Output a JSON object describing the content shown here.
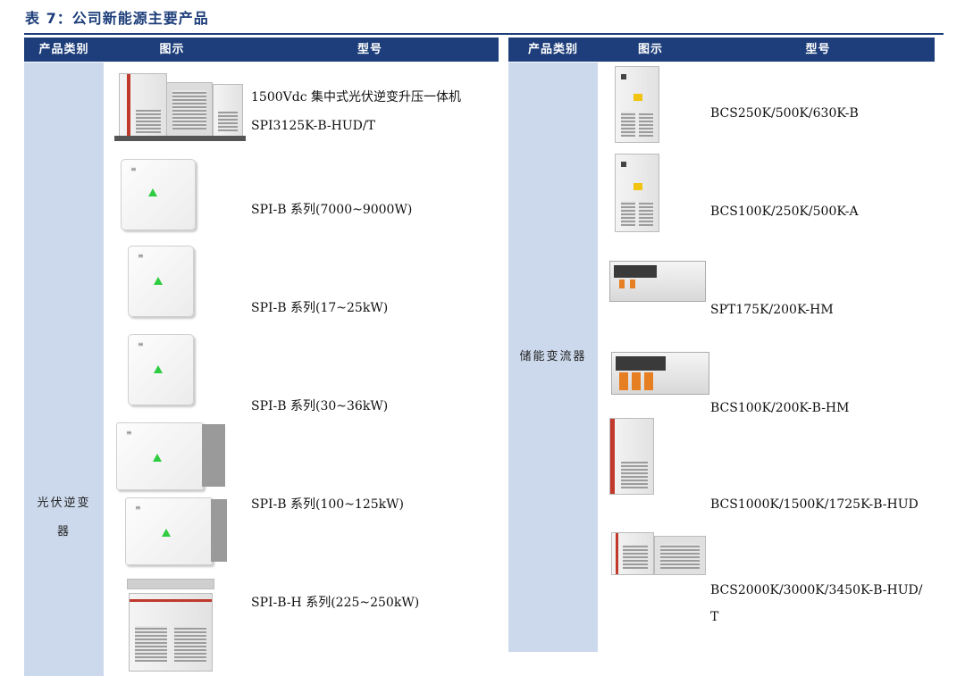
{
  "title": "表 7：公司新能源主要产品",
  "header": {
    "category": "产品类别",
    "image": "图示",
    "model": "型号"
  },
  "left": {
    "category_line1": "光伏逆变",
    "category_line2": "器",
    "rows": [
      {
        "model_line1": "1500Vdc 集中式光伏逆变升压一体机",
        "model_line2": "SPI3125K-B-HUD/T",
        "icon": "central-inverter-skid-icon"
      },
      {
        "model_line1": "SPI-B 系列(7000~9000W)",
        "icon": "string-inverter-icon"
      },
      {
        "model_line1": "SPI-B 系列(17~25kW)",
        "icon": "string-inverter-icon"
      },
      {
        "model_line1": "SPI-B 系列(30~36kW)",
        "icon": "string-inverter-icon"
      },
      {
        "model_line1": "SPI-B 系列(100~125kW)",
        "icon": "large-string-inverter-icon"
      },
      {
        "model_line1": "SPI-B-H 系列(225~250kW)",
        "icon": "inverter-cabinet-icon"
      }
    ]
  },
  "right": {
    "category": "储能变流器",
    "rows": [
      {
        "model_line1": "BCS250K/500K/630K-B",
        "icon": "pcs-cabinet-icon"
      },
      {
        "model_line1": "BCS100K/250K/500K-A",
        "icon": "pcs-cabinet-icon"
      },
      {
        "model_line1": "SPT175K/200K-HM",
        "icon": "rack-pcs-icon"
      },
      {
        "model_line1": "BCS100K/200K-B-HM",
        "icon": "rack-pcs-icon"
      },
      {
        "model_line1": "BCS1000K/1500K/1725K-B-HUD",
        "icon": "pcs-cabinet-icon"
      },
      {
        "model_line1": "BCS2000K/3000K/3450K-B-HUD/",
        "model_line2": "T",
        "icon": "pcs-skid-icon"
      }
    ]
  }
}
